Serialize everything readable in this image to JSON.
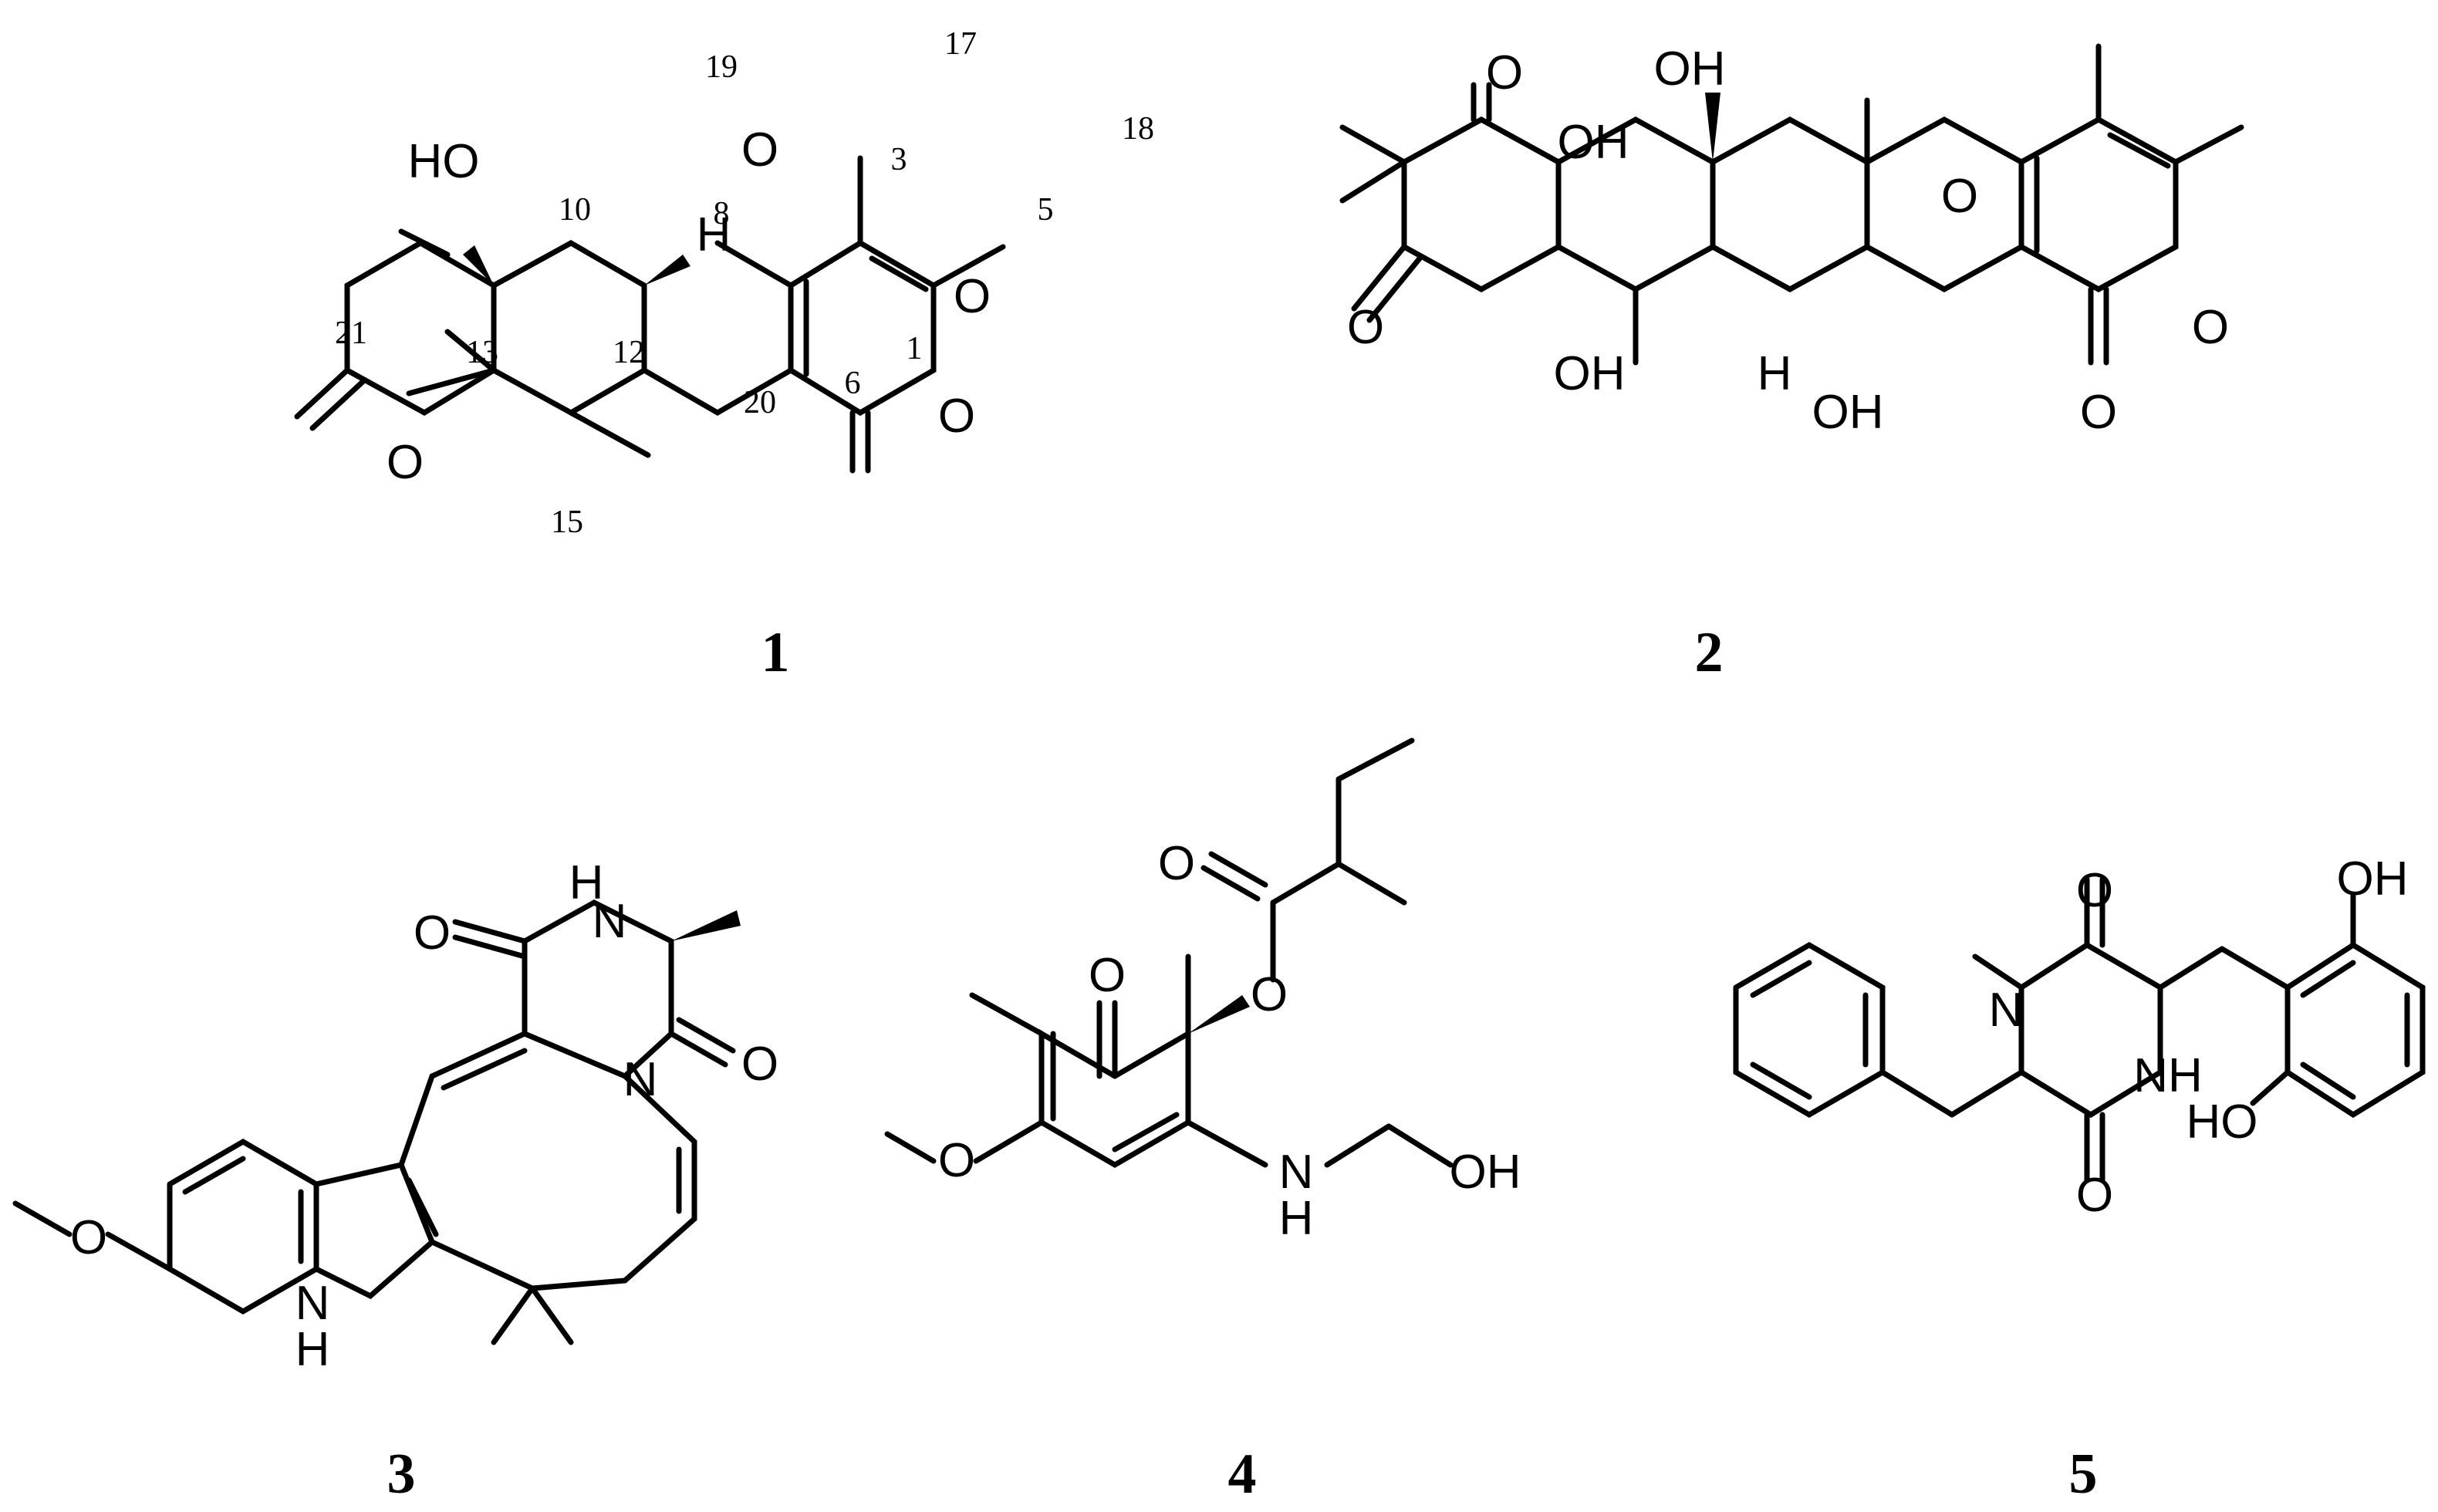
{
  "compounds": [
    {
      "label": "1",
      "atoms": {
        "o_ring": "O",
        "oh": "HO",
        "h": "H",
        "o_lactone": "O",
        "o_carbonyl": "O",
        "o_ketone": "O"
      },
      "numbers": [
        "19",
        "17",
        "18",
        "3",
        "5",
        "10",
        "8",
        "21",
        "13",
        "12",
        "1",
        "6",
        "20",
        "15"
      ]
    },
    {
      "label": "2",
      "atoms": {
        "o_ketone_top": "O",
        "oh_top1": "OH",
        "oh_top2": "OH",
        "o_ring": "O",
        "o_ketone_left": "O",
        "oh_bottom1": "OH",
        "h": "H",
        "oh_bottom2": "OH",
        "o_lactone": "O",
        "o_carbonyl": "O"
      }
    },
    {
      "label": "3",
      "atoms": {
        "h_nh": "H",
        "n_nh": "N",
        "o_left": "O",
        "o_right": "O",
        "n_ring": "N",
        "o_methoxy": "O",
        "n_indole": "N",
        "h_indole": "H"
      }
    },
    {
      "label": "4",
      "atoms": {
        "o_ester": "O",
        "o_ketone": "O",
        "o_ether": "O",
        "o_methoxy": "O",
        "n": "N",
        "h": "H",
        "oh": "OH"
      }
    },
    {
      "label": "5",
      "atoms": {
        "oh_top": "OH",
        "o_top": "O",
        "n_methyl": "N",
        "nh": "NH",
        "ho": "HO",
        "o_bottom": "O"
      }
    }
  ]
}
